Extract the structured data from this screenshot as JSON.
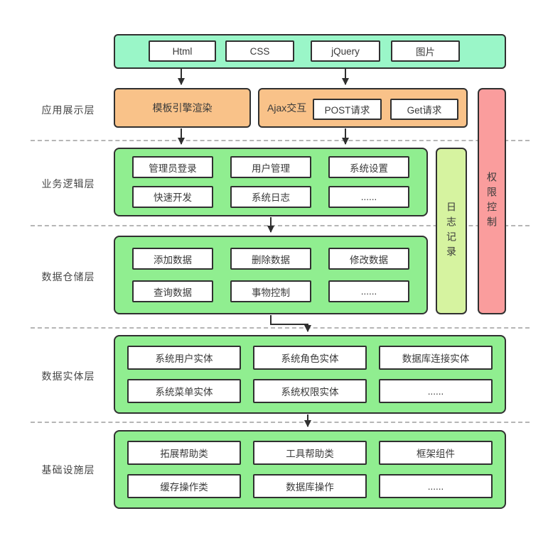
{
  "colors": {
    "mint": "#9af6c8",
    "orange": "#f9c289",
    "green": "#90ee90",
    "lime": "#d6f3a0",
    "red": "#fa9d9d",
    "border": "#303030",
    "dash": "#b6b6b6"
  },
  "top_bar": {
    "items": [
      "Html",
      "CSS",
      "jQuery",
      "图片"
    ]
  },
  "layers": {
    "app": {
      "label": "应用展示层",
      "template_box": "模板引擎渲染",
      "ajax_label": "Ajax交互",
      "ajax_items": [
        "POST请求",
        "Get请求"
      ]
    },
    "logic": {
      "label": "业务逻辑层",
      "rows": [
        [
          "管理员登录",
          "用户管理",
          "系统设置"
        ],
        [
          "快速开发",
          "系统日志",
          "......"
        ]
      ]
    },
    "warehouse": {
      "label": "数据仓储层",
      "rows": [
        [
          "添加数据",
          "删除数据",
          "修改数据"
        ],
        [
          "查询数据",
          "事物控制",
          "......"
        ]
      ]
    },
    "entity": {
      "label": "数据实体层",
      "rows": [
        [
          "系统用户实体",
          "系统角色实体",
          "数据库连接实体"
        ],
        [
          "系统菜单实体",
          "系统权限实体",
          "......"
        ]
      ]
    },
    "infra": {
      "label": "基础设施层",
      "rows": [
        [
          "拓展帮助类",
          "工具帮助类",
          "框架组件"
        ],
        [
          "缓存操作类",
          "数据库操作",
          "......"
        ]
      ]
    }
  },
  "side_bars": {
    "log": "日志记录",
    "perm": "权限控制"
  }
}
